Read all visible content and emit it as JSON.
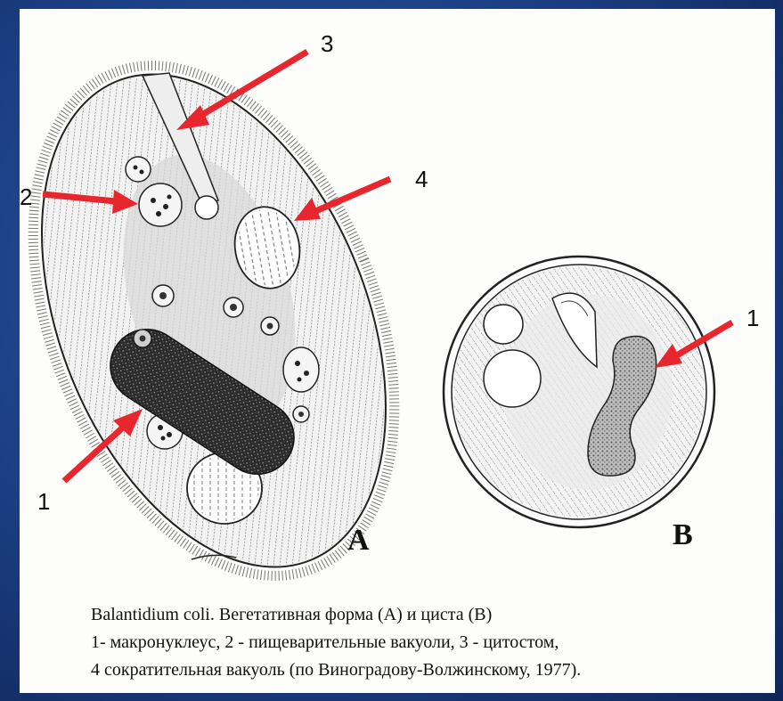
{
  "colors": {
    "arrow": "#e8262d",
    "frame": "#1c3f85",
    "panel": "#fdfdfb"
  },
  "figure_a": {
    "letter": "A",
    "callouts": [
      {
        "label": "3",
        "target": "cytostome"
      },
      {
        "label": "2",
        "target": "digestive-vacuole"
      },
      {
        "label": "4",
        "target": "contractile-vacuole"
      },
      {
        "label": "1",
        "target": "macronucleus"
      }
    ]
  },
  "figure_b": {
    "letter": "B",
    "callouts": [
      {
        "label": "1",
        "target": "macronucleus"
      }
    ]
  },
  "caption": {
    "line1": "Balantidium coli. Вегетативная форма (А) и циста (В)",
    "line2": "1- макронуклеус, 2 - пищеварительные вакуоли, 3 - цитостом,",
    "line3": "4 сократительная вакуоль (по Виноградову-Волжинскому, 1977)."
  }
}
